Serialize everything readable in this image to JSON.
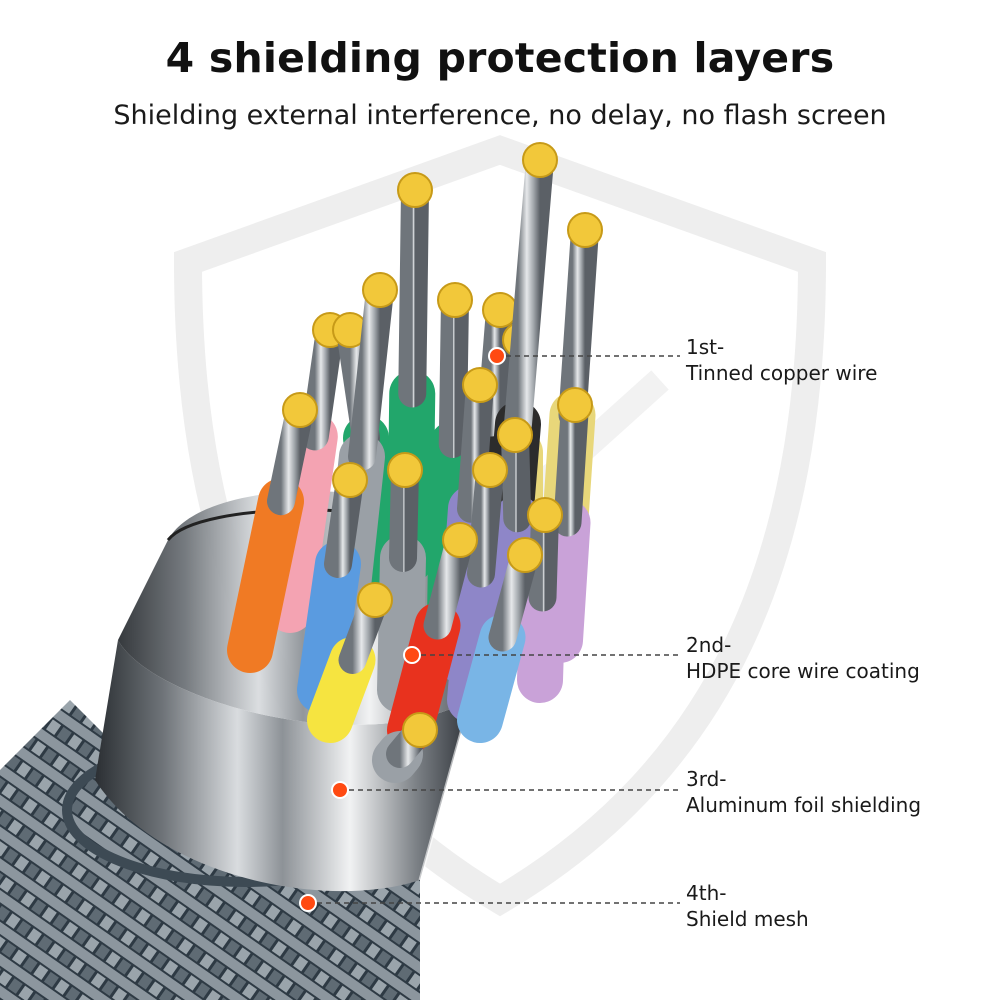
{
  "header": {
    "title": "4 shielding protection layers",
    "subtitle": "Shielding external interference, no delay, no flash screen"
  },
  "layers": [
    {
      "number": "1st-",
      "name": "Tinned copper wire"
    },
    {
      "number": "2nd-",
      "name": "HDPE core wire coating"
    },
    {
      "number": "3rd-",
      "name": "Aluminum foil shielding"
    },
    {
      "number": "4th-",
      "name": "Shield mesh"
    }
  ],
  "colors": {
    "marker": "#ff4a12",
    "copper_tip": "#f2c83a",
    "shield_watermark": "#eeeeee",
    "wire_colors": [
      "#f4a3b2",
      "#2c2c2c",
      "#e8d77a",
      "#22a66b",
      "#f07a24",
      "#9aa0a6",
      "#8e86c8",
      "#5a9be0",
      "#f6e440",
      "#e8321e",
      "#79b5e6",
      "#c9a2d8"
    ]
  }
}
